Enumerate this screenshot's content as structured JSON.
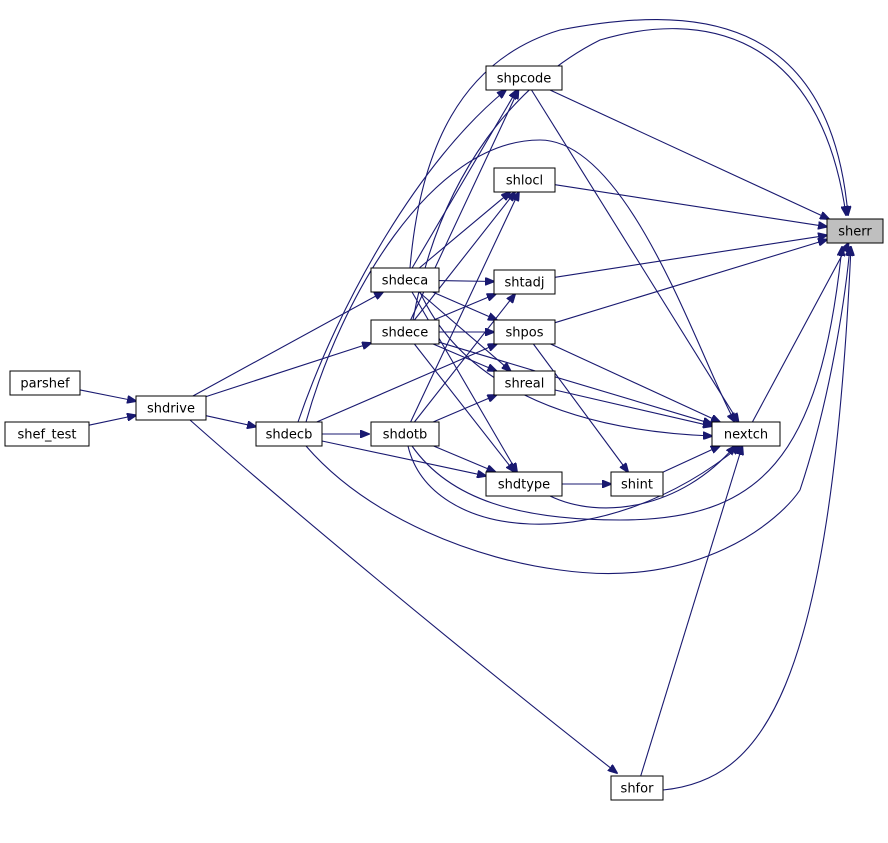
{
  "colors": {
    "edge": "#191970",
    "node_fill": "#ffffff",
    "node_stroke": "#000000",
    "highlight_fill": "#bfbfbf"
  },
  "nodes": [
    {
      "id": "sherr",
      "label": "sherr",
      "highlighted": true
    },
    {
      "id": "shpcode",
      "label": "shpcode"
    },
    {
      "id": "shlocl",
      "label": "shlocl"
    },
    {
      "id": "shtadj",
      "label": "shtadj"
    },
    {
      "id": "shdeca",
      "label": "shdeca"
    },
    {
      "id": "shdece",
      "label": "shdece"
    },
    {
      "id": "shpos",
      "label": "shpos"
    },
    {
      "id": "parshef",
      "label": "parshef"
    },
    {
      "id": "shdrive",
      "label": "shdrive"
    },
    {
      "id": "shreal",
      "label": "shreal"
    },
    {
      "id": "shef_test",
      "label": "shef_test"
    },
    {
      "id": "shdecb",
      "label": "shdecb"
    },
    {
      "id": "shdotb",
      "label": "shdotb"
    },
    {
      "id": "nextch",
      "label": "nextch"
    },
    {
      "id": "shdtype",
      "label": "shdtype"
    },
    {
      "id": "shint",
      "label": "shint"
    },
    {
      "id": "shfor",
      "label": "shfor"
    }
  ],
  "edges": [
    {
      "from": "parshef",
      "to": "shdrive"
    },
    {
      "from": "shef_test",
      "to": "shdrive"
    },
    {
      "from": "shdrive",
      "to": "shdeca"
    },
    {
      "from": "shdrive",
      "to": "shdece"
    },
    {
      "from": "shdrive",
      "to": "shdecb"
    },
    {
      "from": "shdrive",
      "to": "shfor"
    },
    {
      "from": "shdecb",
      "to": "shdotb"
    },
    {
      "from": "shdecb",
      "to": "shdtype"
    },
    {
      "from": "shdecb",
      "to": "shpos"
    },
    {
      "from": "shdecb",
      "to": "shpcode"
    },
    {
      "from": "shdecb",
      "to": "nextch"
    },
    {
      "from": "shdecb",
      "to": "sherr"
    },
    {
      "from": "shdeca",
      "to": "shpcode"
    },
    {
      "from": "shdeca",
      "to": "shlocl"
    },
    {
      "from": "shdeca",
      "to": "shtadj"
    },
    {
      "from": "shdeca",
      "to": "shpos"
    },
    {
      "from": "shdeca",
      "to": "shreal"
    },
    {
      "from": "shdeca",
      "to": "shdtype"
    },
    {
      "from": "shdeca",
      "to": "nextch"
    },
    {
      "from": "shdeca",
      "to": "sherr"
    },
    {
      "from": "shdece",
      "to": "shpcode"
    },
    {
      "from": "shdece",
      "to": "shlocl"
    },
    {
      "from": "shdece",
      "to": "shtadj"
    },
    {
      "from": "shdece",
      "to": "shpos"
    },
    {
      "from": "shdece",
      "to": "shreal"
    },
    {
      "from": "shdece",
      "to": "shdtype"
    },
    {
      "from": "shdece",
      "to": "nextch"
    },
    {
      "from": "shdece",
      "to": "sherr"
    },
    {
      "from": "shdotb",
      "to": "shlocl"
    },
    {
      "from": "shdotb",
      "to": "shtadj"
    },
    {
      "from": "shdotb",
      "to": "shreal"
    },
    {
      "from": "shdotb",
      "to": "shdtype"
    },
    {
      "from": "shdotb",
      "to": "nextch"
    },
    {
      "from": "shdotb",
      "to": "sherr"
    },
    {
      "from": "shdtype",
      "to": "shint"
    },
    {
      "from": "shdtype",
      "to": "nextch"
    },
    {
      "from": "shpcode",
      "to": "nextch"
    },
    {
      "from": "shpcode",
      "to": "sherr"
    },
    {
      "from": "shlocl",
      "to": "sherr"
    },
    {
      "from": "shtadj",
      "to": "sherr"
    },
    {
      "from": "shpos",
      "to": "shint"
    },
    {
      "from": "shpos",
      "to": "nextch"
    },
    {
      "from": "shpos",
      "to": "sherr"
    },
    {
      "from": "shreal",
      "to": "nextch"
    },
    {
      "from": "shint",
      "to": "nextch"
    },
    {
      "from": "nextch",
      "to": "sherr"
    },
    {
      "from": "shfor",
      "to": "nextch"
    },
    {
      "from": "shfor",
      "to": "sherr"
    }
  ]
}
